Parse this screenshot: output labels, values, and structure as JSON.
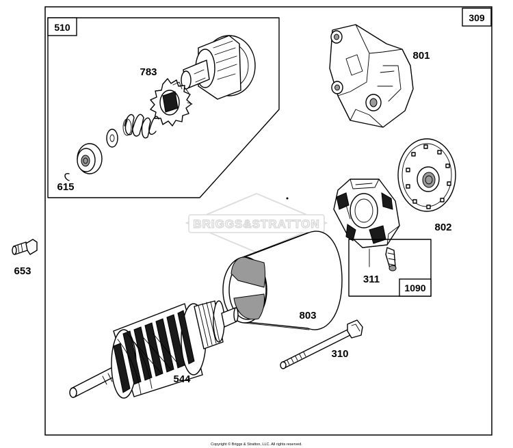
{
  "labels": {
    "p309": "309",
    "p510": "510",
    "p783": "783",
    "p615": "615",
    "p801": "801",
    "p802": "802",
    "p311": "311",
    "p1090": "1090",
    "p803": "803",
    "p653": "653",
    "p310": "310",
    "p544": "544"
  },
  "watermark": "BRIGGS&STRATTON",
  "copyright": "Copyright © Briggs & Stratton, LLC. All rights reserved."
}
